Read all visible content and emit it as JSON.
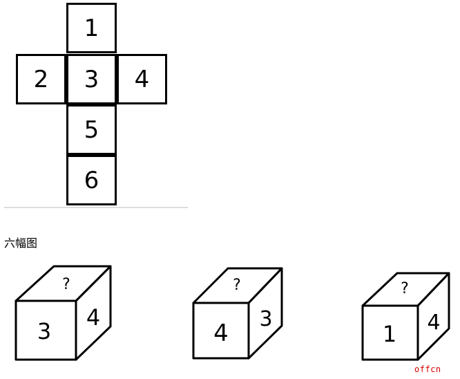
{
  "net": {
    "faces": [
      "1",
      "2",
      "3",
      "4",
      "5",
      "6"
    ]
  },
  "caption": "六幅图",
  "cubes": [
    {
      "front": "3",
      "side": "4",
      "top": "?"
    },
    {
      "front": "4",
      "side": "3",
      "top": "?"
    },
    {
      "front": "1",
      "side": "4",
      "top": "?"
    }
  ],
  "watermark": "offcn"
}
